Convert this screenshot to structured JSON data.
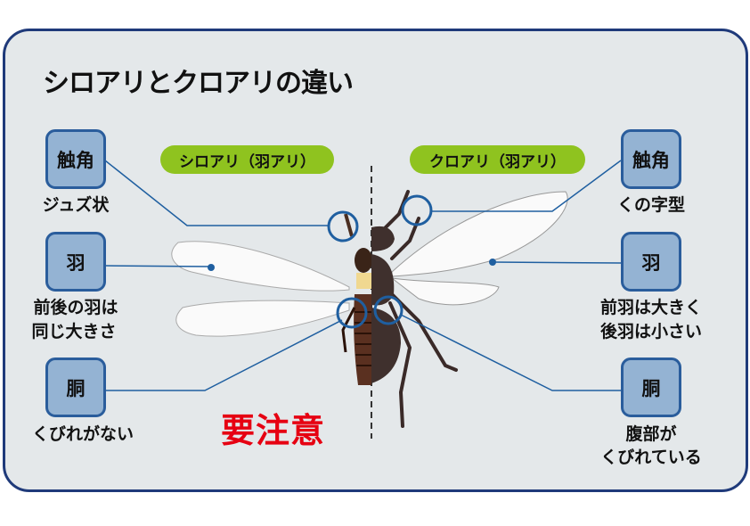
{
  "title": "シロアリとクロアリの違い",
  "termite": {
    "label": "シロアリ（羽アリ）",
    "antenna": {
      "name": "触角",
      "desc": "ジュズ状"
    },
    "wing": {
      "name": "羽",
      "desc_line1": "前後の羽は",
      "desc_line2": "同じ大きさ"
    },
    "body": {
      "name": "胴",
      "desc": "くびれがない"
    }
  },
  "ant": {
    "label": "クロアリ（羽アリ）",
    "antenna": {
      "name": "触角",
      "desc": "くの字型"
    },
    "wing": {
      "name": "羽",
      "desc_line1": "前羽は大きく",
      "desc_line2": "後羽は小さい"
    },
    "body": {
      "name": "胴",
      "desc_line1": "腹部が",
      "desc_line2": "くびれている"
    }
  },
  "warning": "要注意",
  "colors": {
    "frame": "#1f3a7a",
    "box": "#94b3d3",
    "pill": "#8fc31f",
    "warning": "#e60012",
    "leader": "#1f5fa0"
  }
}
